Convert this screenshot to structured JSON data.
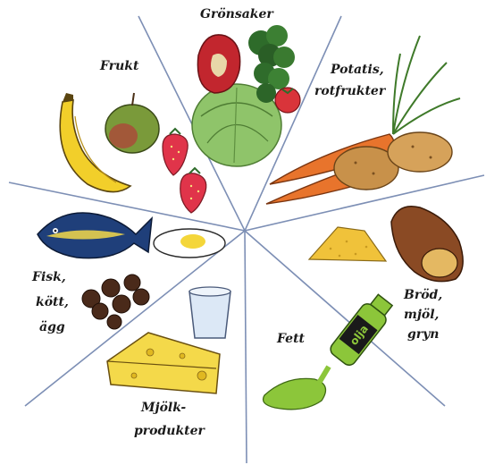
{
  "diagram": {
    "segments": [
      {
        "id": "gronsaker",
        "lines": [
          "Grönsaker"
        ]
      },
      {
        "id": "potatis",
        "lines": [
          "Potatis,",
          "rotfrukter"
        ]
      },
      {
        "id": "brod",
        "lines": [
          "Bröd,",
          "mjöl,",
          "gryn"
        ]
      },
      {
        "id": "fett",
        "lines": [
          "Fett"
        ]
      },
      {
        "id": "mjolk",
        "lines": [
          "Mjölk-",
          "produkter"
        ]
      },
      {
        "id": "fisk",
        "lines": [
          "Fisk,",
          "kött,",
          "ägg"
        ]
      },
      {
        "id": "frukt",
        "lines": [
          "Frukt"
        ]
      }
    ],
    "bottle_label": "olja",
    "colors": {
      "divider": "#7d8fb5",
      "banana": "#f2cf2a",
      "apple": "#7a9a3a",
      "strawberry": "#e0344a",
      "carrot": "#e8742c",
      "potato": "#c8914a",
      "bread": "#8a4a24",
      "cabbage": "#8fc46a",
      "oil": "#8cc63a",
      "cheese": "#f4d94a",
      "fish": "#1f3f7a"
    }
  }
}
